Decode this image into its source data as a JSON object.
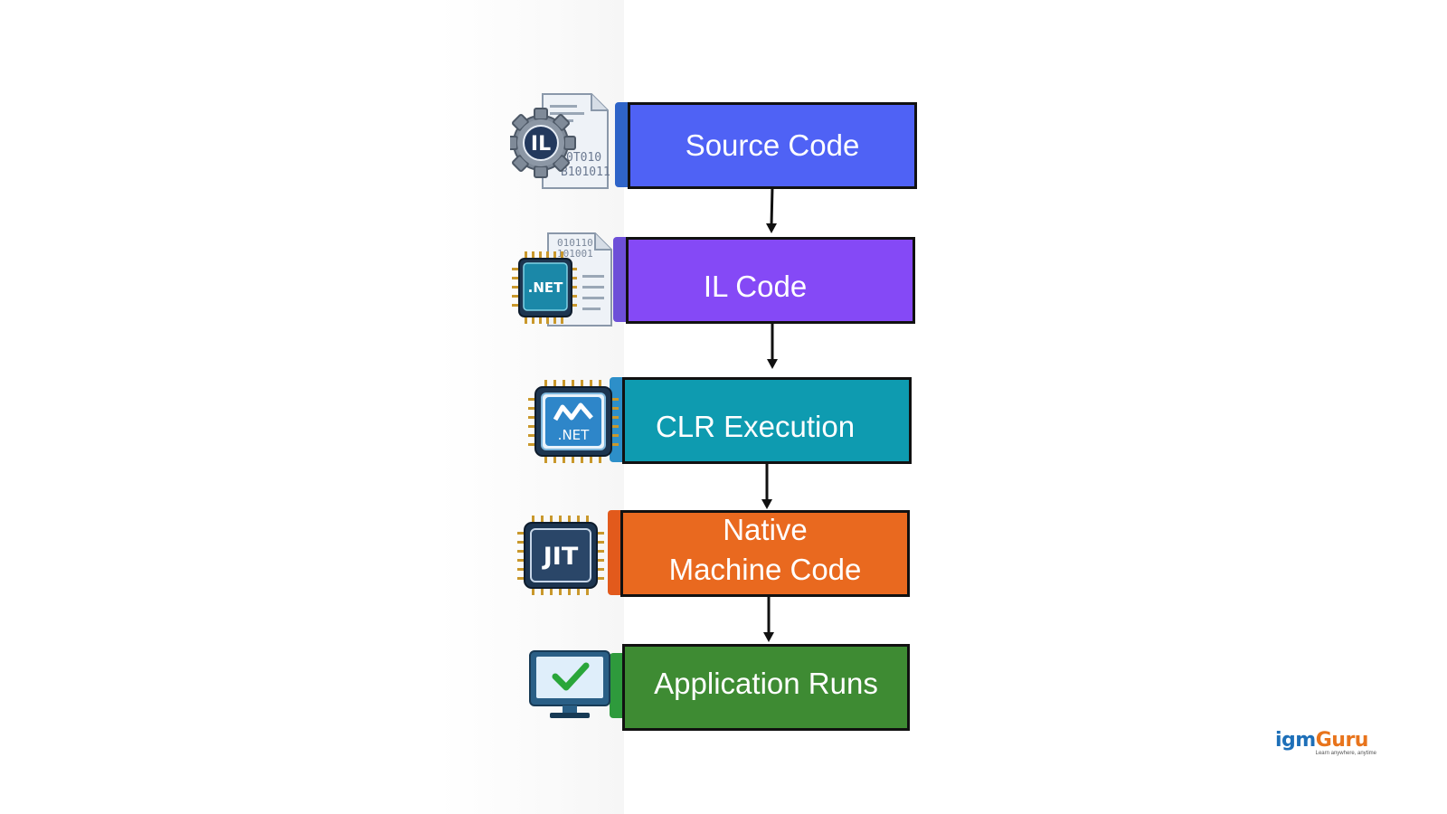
{
  "diagram": {
    "steps": [
      {
        "label": "Source Code",
        "color": "#4f62f5",
        "icon": "il-document-gear-icon"
      },
      {
        "label": "IL Code",
        "color": "#8549f6",
        "icon": "dotnet-chip-document-icon"
      },
      {
        "label": "CLR Execution",
        "color": "#0e9bb0",
        "icon": "dotnet-clr-chip-icon"
      },
      {
        "label_line1": "Native",
        "label_line2": "Machine Code",
        "color": "#e9691f",
        "icon": "jit-chip-icon"
      },
      {
        "label": "Application Runs",
        "color": "#3e8b33",
        "icon": "monitor-check-icon"
      }
    ],
    "icon_text": {
      "il": "IL",
      "binary_a1": "0T010",
      "binary_a2": "B101011",
      "binary_b1": "010110",
      "binary_b2": "101001",
      "net": ".NET",
      "jit": "JIT"
    }
  },
  "logo": {
    "brand_part1": "igm",
    "brand_part2": "Guru",
    "tagline": "Learn anywhere, anytime"
  }
}
